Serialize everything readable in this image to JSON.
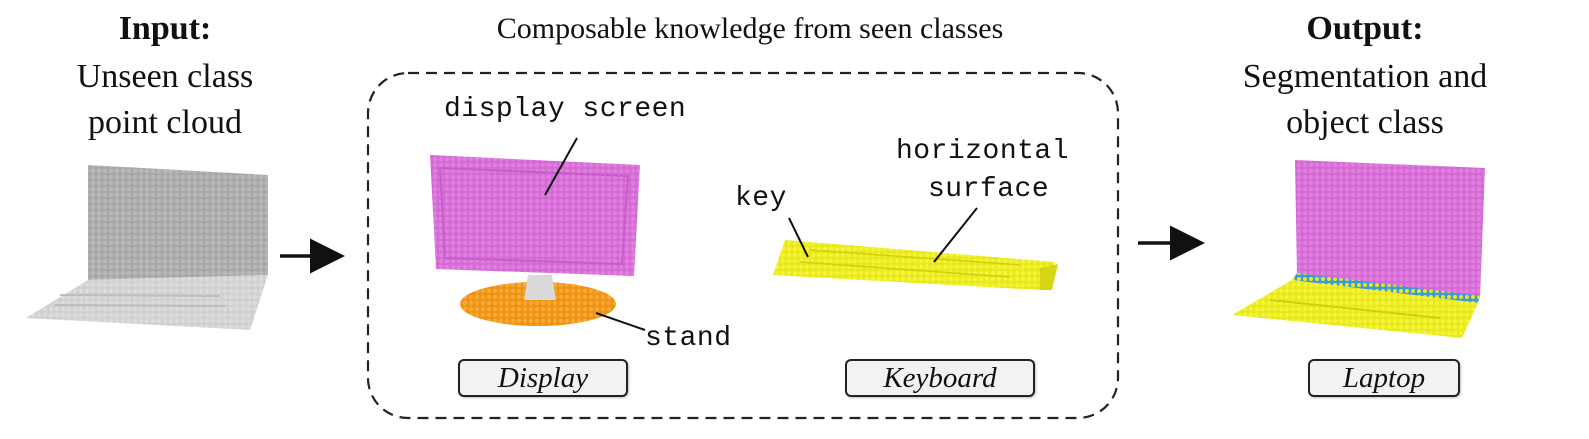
{
  "input": {
    "heading": "Input:",
    "line1": "Unseen class",
    "line2": "point cloud"
  },
  "output": {
    "heading": "Output:",
    "line1": "Segmentation and",
    "line2": "object class",
    "class_label": "Laptop"
  },
  "center": {
    "title": "Composable knowledge from seen classes",
    "display": {
      "part_label_top": "display screen",
      "part_label_bottom": "stand",
      "class_label": "Display"
    },
    "keyboard": {
      "part_label_key": "key",
      "part_label_surface_line1": "horizontal",
      "part_label_surface_line2": "surface",
      "class_label": "Keyboard"
    }
  },
  "colors": {
    "input_gray": "#a9a9a9",
    "screen_magenta": "#d670d6",
    "stand_orange": "#f39a18",
    "keyboard_yellow": "#eeee22",
    "hinge_blue": "#3fa0e0"
  }
}
